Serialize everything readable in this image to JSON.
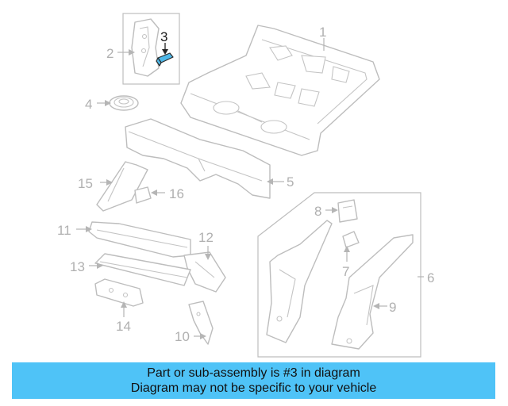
{
  "diagram": {
    "highlighted_part": "3",
    "highlight_color": "#4fb8e8",
    "callouts": [
      {
        "id": "1",
        "label": "1"
      },
      {
        "id": "2",
        "label": "2"
      },
      {
        "id": "3",
        "label": "3"
      },
      {
        "id": "4",
        "label": "4"
      },
      {
        "id": "5",
        "label": "5"
      },
      {
        "id": "6",
        "label": "6"
      },
      {
        "id": "7",
        "label": "7"
      },
      {
        "id": "8",
        "label": "8"
      },
      {
        "id": "9",
        "label": "9"
      },
      {
        "id": "10",
        "label": "10"
      },
      {
        "id": "11",
        "label": "11"
      },
      {
        "id": "12",
        "label": "12"
      },
      {
        "id": "13",
        "label": "13"
      },
      {
        "id": "14",
        "label": "14"
      },
      {
        "id": "15",
        "label": "15"
      },
      {
        "id": "16",
        "label": "16"
      }
    ]
  },
  "banner": {
    "line1": "Part or sub-assembly is #3 in diagram",
    "line2": "Diagram may not be specific to your vehicle",
    "background": "#4fc3f7"
  }
}
